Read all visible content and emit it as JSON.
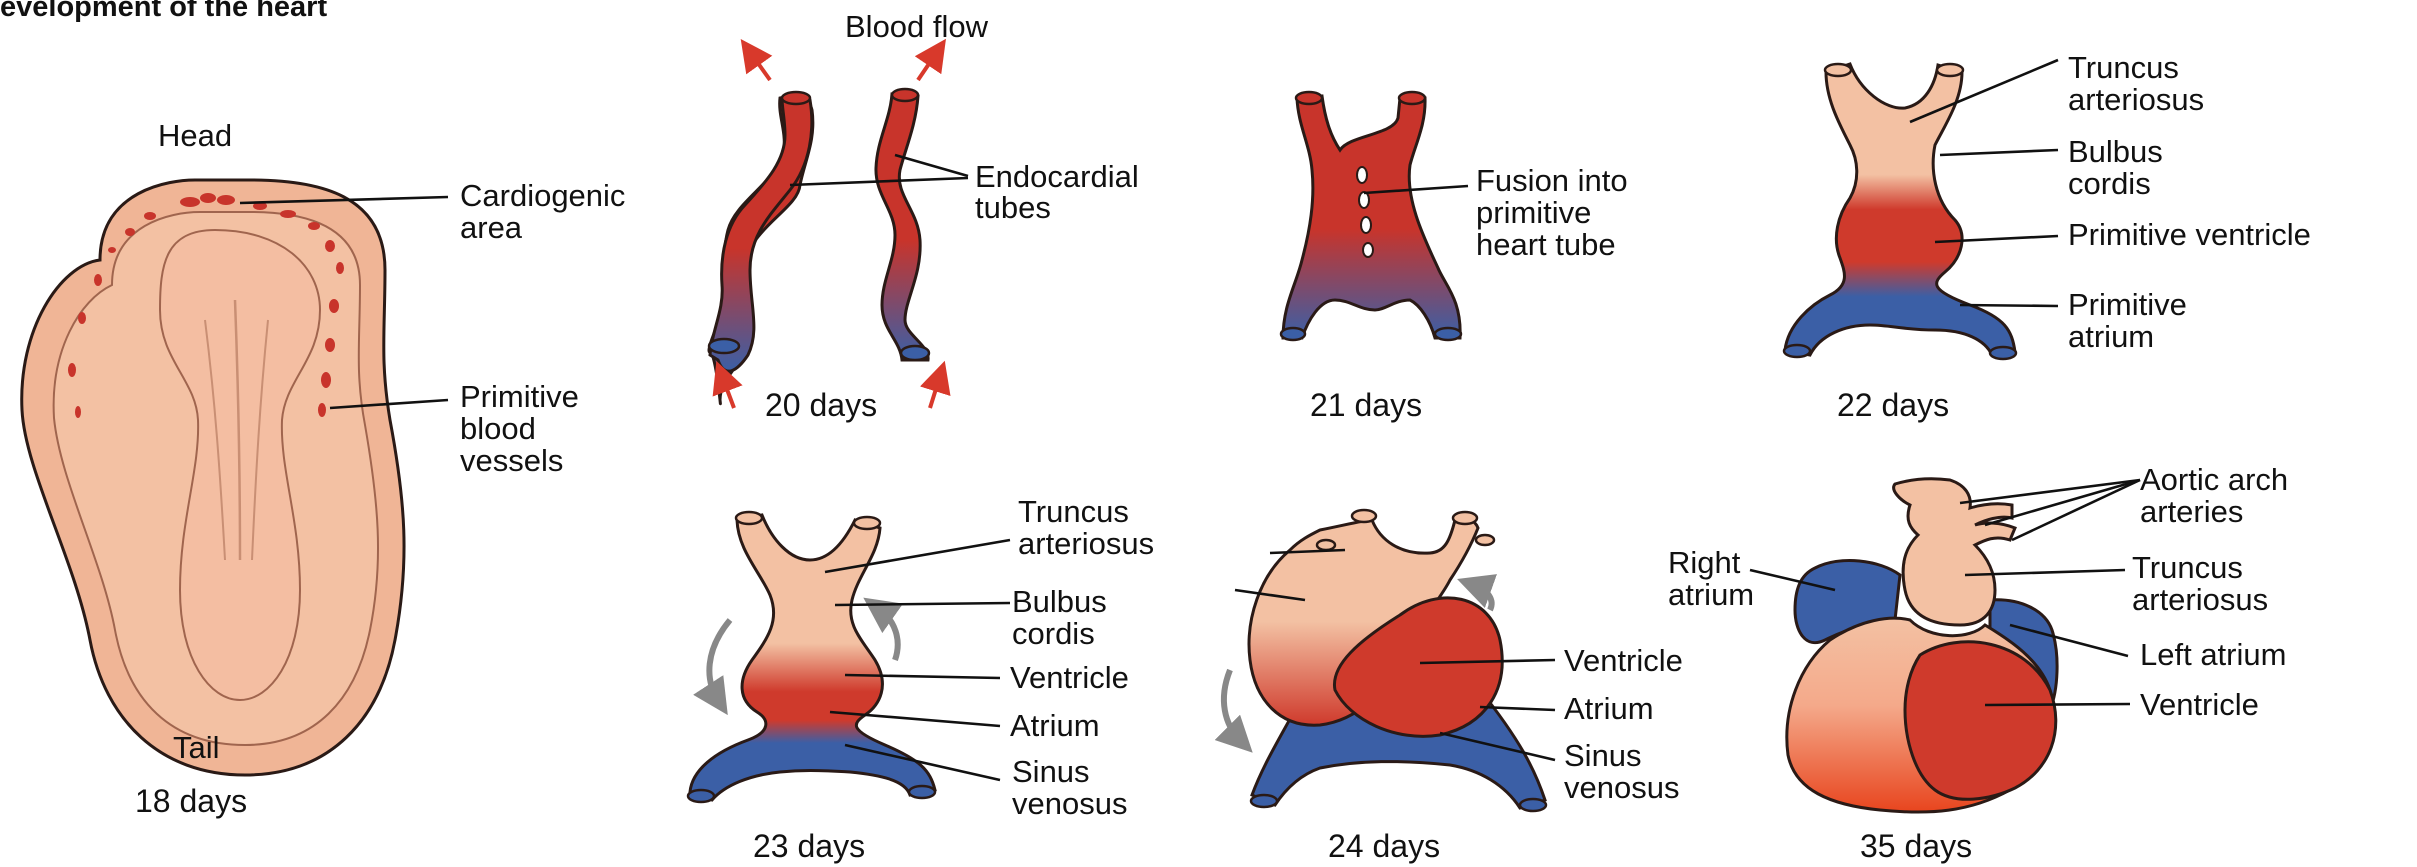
{
  "title": "evelopment of the heart",
  "colors": {
    "red": "#c8342b",
    "blue": "#3b5fa6",
    "pale": "#f3c1a3",
    "embryo": "#f0b596",
    "flow_arrow": "#d8392b",
    "twist_arrow": "#888888"
  },
  "embryo": {
    "head": "Head",
    "tail": "Tail",
    "cardiogenic": [
      "Cardiogenic",
      "area"
    ],
    "vessels": [
      "Primitive",
      "blood",
      "vessels"
    ],
    "age": "18 days"
  },
  "d20": {
    "blood_flow": "Blood flow",
    "tubes": [
      "Endocardial",
      "tubes"
    ],
    "age": "20 days"
  },
  "d21": {
    "fusion": [
      "Fusion into",
      "primitive",
      "heart tube"
    ],
    "age": "21 days"
  },
  "d22": {
    "truncus": [
      "Truncus",
      "arteriosus"
    ],
    "bulbus": [
      "Bulbus",
      "cordis"
    ],
    "ventricle": "Primitive ventricle",
    "atrium": [
      "Primitive",
      "atrium"
    ],
    "age": "22 days"
  },
  "d23": {
    "truncus": [
      "Truncus",
      "arteriosus"
    ],
    "bulbus": [
      "Bulbus",
      "cordis"
    ],
    "ventricle": "Ventricle",
    "atrium": "Atrium",
    "sinus": [
      "Sinus",
      "venosus"
    ],
    "age": "23 days"
  },
  "d24": {
    "ventricle": "Ventricle",
    "atrium": "Atrium",
    "sinus": [
      "Sinus",
      "venosus"
    ],
    "age": "24 days"
  },
  "d35": {
    "aortic": [
      "Aortic arch",
      "arteries"
    ],
    "right_atrium": [
      "Right",
      "atrium"
    ],
    "truncus": [
      "Truncus",
      "arteriosus"
    ],
    "left_atrium": "Left atrium",
    "ventricle": "Ventricle",
    "age": "35 days"
  }
}
